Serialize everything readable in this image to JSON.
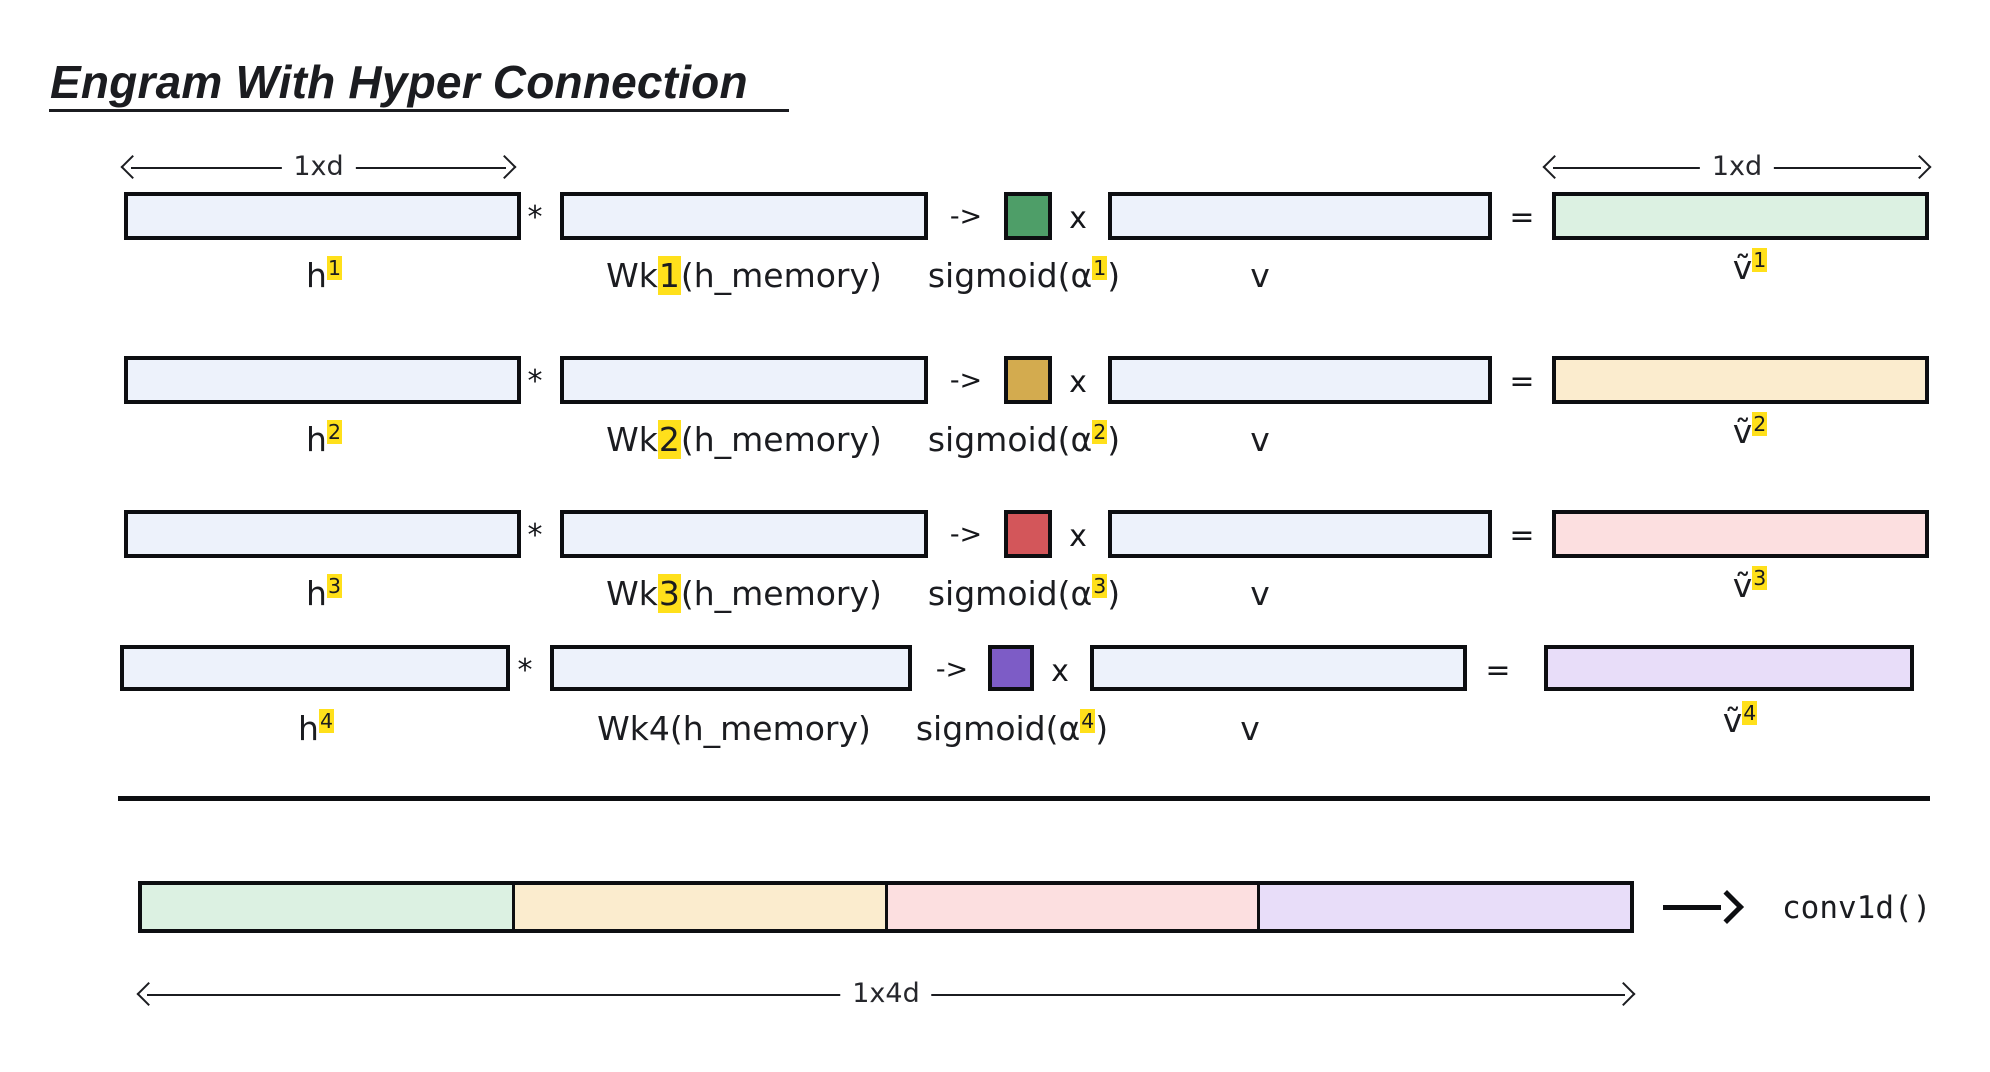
{
  "title": "Engram With Hyper Connection",
  "dims": {
    "left_top": "1xd",
    "right_top": "1xd",
    "bottom": "1x4d"
  },
  "operators": {
    "multiply": "*",
    "arrow": "->",
    "times": "x",
    "equals": "="
  },
  "rows": [
    {
      "h_label": "h",
      "h_sup": "1",
      "wk_prefix": "Wk",
      "wk_index": "1",
      "wk_suffix": "(h_memory)",
      "wk_index_highlighted": true,
      "sigmoid_prefix": "sigmoid(α",
      "sigmoid_sup": "1",
      "sigmoid_suffix": ")",
      "v_label": "v",
      "result_label": "ṽ",
      "result_sup": "1",
      "gate_color": "#4e9e68",
      "result_color": "#dcf1e2"
    },
    {
      "h_label": "h",
      "h_sup": "2",
      "wk_prefix": "Wk",
      "wk_index": "2",
      "wk_suffix": "(h_memory)",
      "wk_index_highlighted": true,
      "sigmoid_prefix": "sigmoid(α",
      "sigmoid_sup": "2",
      "sigmoid_suffix": ")",
      "v_label": "v",
      "result_label": "ṽ",
      "result_sup": "2",
      "gate_color": "#d3ab4f",
      "result_color": "#fbecce"
    },
    {
      "h_label": "h",
      "h_sup": "3",
      "wk_prefix": "Wk",
      "wk_index": "3",
      "wk_suffix": "(h_memory)",
      "wk_index_highlighted": true,
      "sigmoid_prefix": "sigmoid(α",
      "sigmoid_sup": "3",
      "sigmoid_suffix": ")",
      "v_label": "v",
      "result_label": "ṽ",
      "result_sup": "3",
      "gate_color": "#d3565a",
      "result_color": "#fcdfe0"
    },
    {
      "h_label": "h",
      "h_sup": "4",
      "wk_prefix": "Wk",
      "wk_index": "4",
      "wk_suffix": "(h_memory)",
      "wk_index_highlighted": false,
      "sigmoid_prefix": "sigmoid(α",
      "sigmoid_sup": "4",
      "sigmoid_suffix": ")",
      "v_label": "v",
      "result_label": "ṽ",
      "result_sup": "4",
      "gate_color": "#7d5cc6",
      "result_color": "#e8ddf9"
    }
  ],
  "concat_segments": [
    {
      "name": "segment-1",
      "color": "#dcf1e2"
    },
    {
      "name": "segment-2",
      "color": "#fbecce"
    },
    {
      "name": "segment-3",
      "color": "#fcdfe0"
    },
    {
      "name": "segment-4",
      "color": "#e8ddf9"
    }
  ],
  "output": {
    "conv_label": "conv1d()"
  },
  "colors": {
    "vector_fill": "#edf2fb",
    "stroke": "#0d0e11",
    "highlight": "#ffe01b",
    "text": "#1b1c20"
  }
}
